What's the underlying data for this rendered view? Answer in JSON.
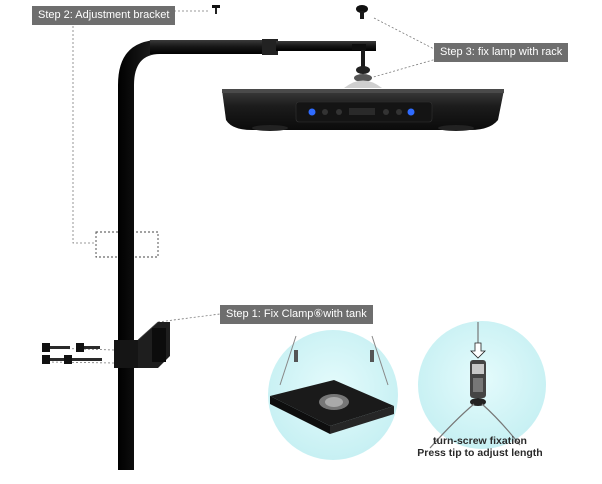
{
  "labels": {
    "step2": "Step 2: Adjustment bracket",
    "step3": "Step 3: fix lamp with rack",
    "step1": "Step 1: Fix Clamp⑥with tank"
  },
  "caption": {
    "line1": "turn-screw fixation",
    "line2": "Press tip to adjust length"
  },
  "colors": {
    "label_bg": "#6e6e6e",
    "bracket": "#1a1a1a",
    "circle_fill": "#cdf4f6",
    "led_blue": "#2f6bff"
  }
}
